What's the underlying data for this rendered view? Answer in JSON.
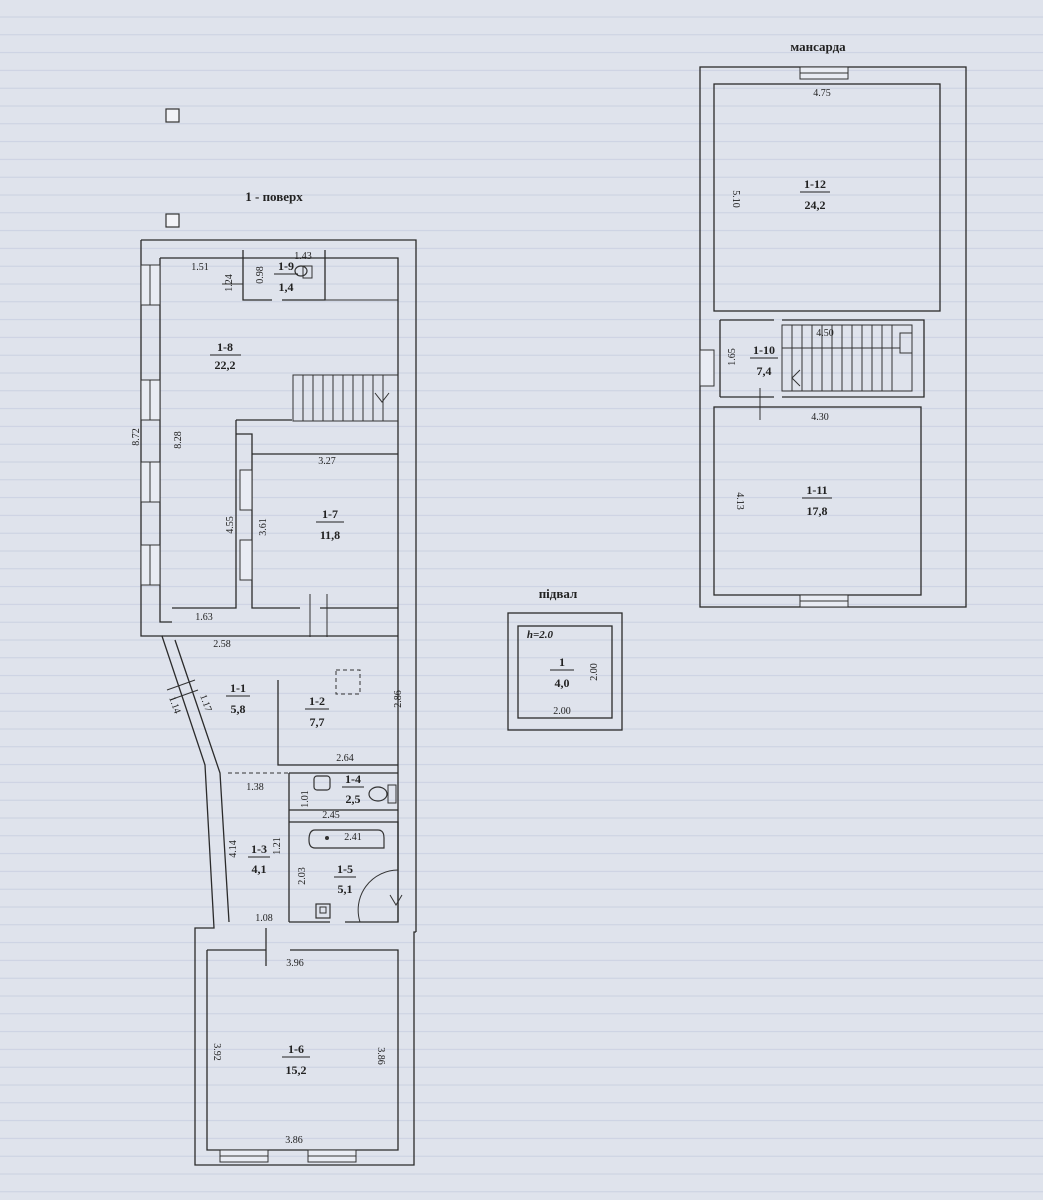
{
  "checkboxes": [
    {
      "checked": false
    },
    {
      "checked": false
    }
  ],
  "floor1": {
    "title": "1 - поверх",
    "rooms": {
      "r1_8": {
        "id": "1-8",
        "area": "22,2"
      },
      "r1_9": {
        "id": "1-9",
        "area": "1,4"
      },
      "r1_7": {
        "id": "1-7",
        "area": "11,8"
      },
      "r1_1": {
        "id": "1-1",
        "area": "5,8"
      },
      "r1_2": {
        "id": "1-2",
        "area": "7,7"
      },
      "r1_4": {
        "id": "1-4",
        "area": "2,5"
      },
      "r1_3": {
        "id": "1-3",
        "area": "4,1"
      },
      "r1_5": {
        "id": "1-5",
        "area": "5,1"
      },
      "r1_6": {
        "id": "1-6",
        "area": "15,2"
      }
    },
    "dims": {
      "d151": "1.51",
      "d124": "1.24",
      "d098": "0.98",
      "d143": "1.43",
      "d872": "8.72",
      "d828": "8.28",
      "d327": "3.27",
      "d455": "4.55",
      "d361": "3.61",
      "d163": "1.63",
      "d258": "2.58",
      "d117": "1.17",
      "d114": "1.14",
      "d286": "2.86",
      "d264": "2.64",
      "d138": "1.38",
      "d101": "1.01",
      "d245": "2.45",
      "d241": "2.41",
      "d121": "1.21",
      "d203": "2.03",
      "d414": "4.14",
      "d108": "1.08",
      "d396": "3.96",
      "d392": "3.92",
      "d386r": "3.86",
      "d386b": "3.86"
    }
  },
  "basement": {
    "title": "підвал",
    "height": "h=2.0",
    "room": {
      "id": "1",
      "area": "4,0"
    },
    "dims": {
      "side": "2.00",
      "bottom": "2.00"
    }
  },
  "attic": {
    "title": "мансарда",
    "rooms": {
      "r1_12": {
        "id": "1-12",
        "area": "24,2"
      },
      "r1_10": {
        "id": "1-10",
        "area": "7,4"
      },
      "r1_11": {
        "id": "1-11",
        "area": "17,8"
      }
    },
    "dims": {
      "d475": "4.75",
      "d510": "5.10",
      "d165": "1.65",
      "d450": "4.50",
      "d430": "4.30",
      "d413": "4.13"
    }
  },
  "colors": {
    "paper": "#dfe3ec",
    "ink": "#2b2b2b"
  }
}
